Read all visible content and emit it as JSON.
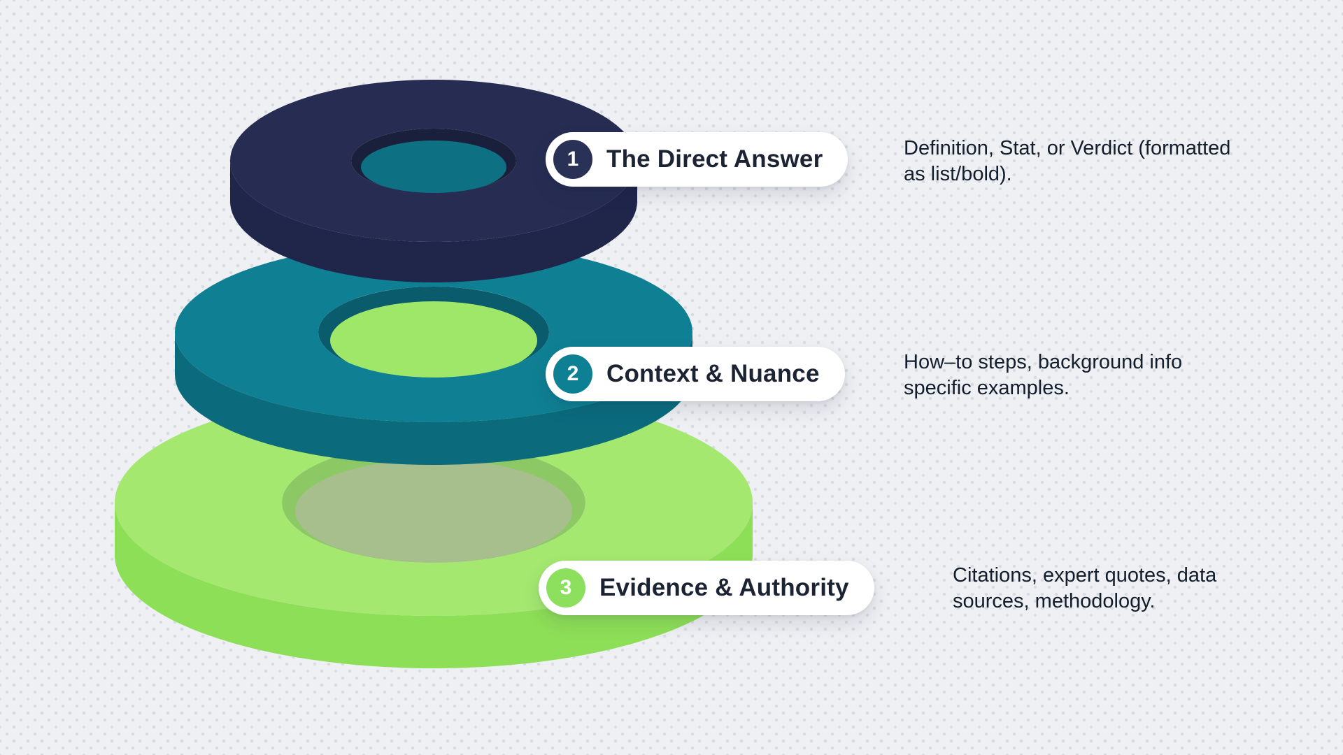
{
  "background": {
    "base_color": "#eef0f3",
    "dot_color": "#d8dbe1"
  },
  "layers": [
    {
      "number": "1",
      "label": "The Direct Answer",
      "description": "Definition, Stat, or Verdict (formatted as list/bold).",
      "ring_color": "#272d52",
      "badge_color": "#2a3157"
    },
    {
      "number": "2",
      "label": "Context & Nuance",
      "description": "How–to steps, background info specific examples.",
      "ring_color": "#0f8093",
      "badge_color": "#0e8094"
    },
    {
      "number": "3",
      "label": "Evidence & Authority",
      "description": "Citations, expert quotes, data sources, methodology.",
      "ring_color": "#a4e870",
      "badge_color": "#8ce05e"
    }
  ]
}
